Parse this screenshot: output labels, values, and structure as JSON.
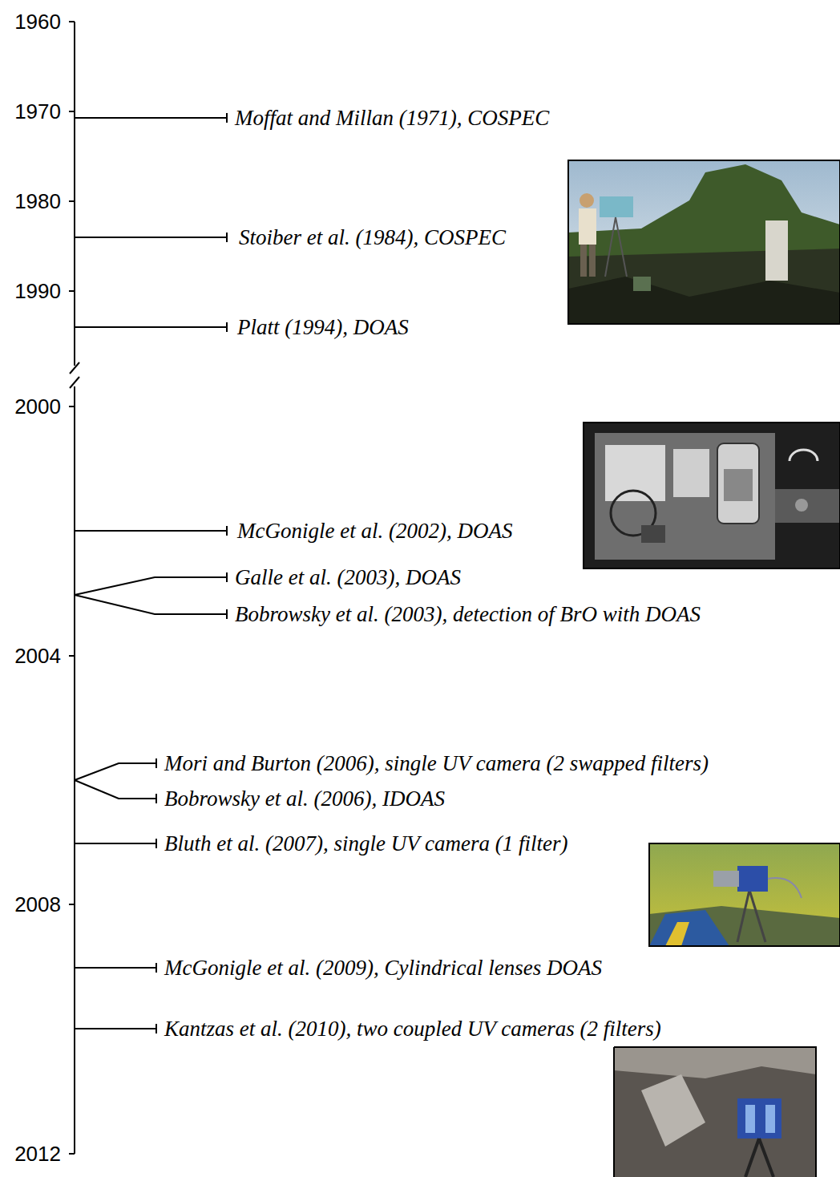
{
  "diagram": {
    "labels": [
      "1960",
      "1970",
      "Moffat and Millan (1971), COSPEC",
      "1980",
      "Stoiber et al. (1984), COSPEC",
      "1990",
      "Platt (1994), DOAS",
      "2000",
      "McGonigle et al. (2002), DOAS",
      "Galle et al. (2003), DOAS",
      "Bobrowsky et al. (2003), detection of BrO with DOAS",
      "2004",
      "Mori and Burton (2006), single UV camera (2 swapped filters)",
      "Bobrowsky et al. (2006), IDOAS",
      "Bluth et al. (2007), single UV camera (1 filter)",
      "2008",
      "McGonigle et al. (2009), Cylindrical lenses DOAS",
      "Kantzas et al. (2010), two coupled UV cameras (2 filters)",
      "2012"
    ]
  }
}
